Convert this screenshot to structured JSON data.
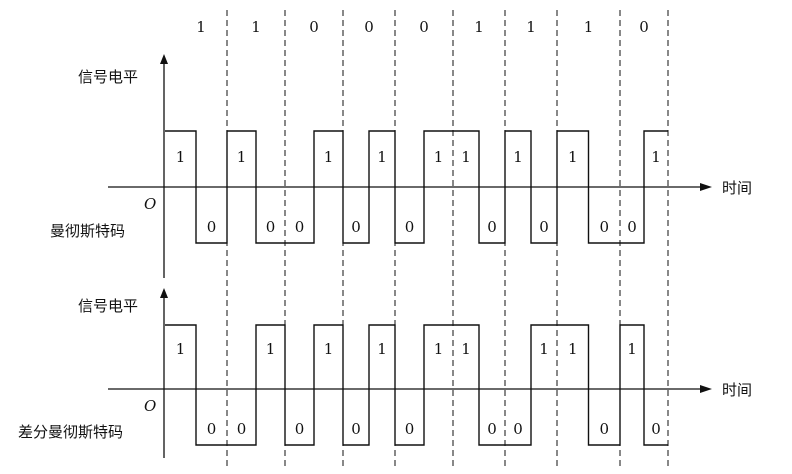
{
  "bits": [
    "1",
    "1",
    "0",
    "0",
    "0",
    "1",
    "1",
    "1",
    "0"
  ],
  "manchester": {
    "ylabel": "信号电平",
    "xlabel": "时间",
    "origin": "O",
    "name": "曼彻斯特码",
    "levels": [
      [
        1,
        0
      ],
      [
        1,
        0
      ],
      [
        0,
        1
      ],
      [
        0,
        1
      ],
      [
        0,
        1
      ],
      [
        1,
        0
      ],
      [
        1,
        0
      ],
      [
        1,
        0
      ],
      [
        0,
        1
      ]
    ],
    "labels": [
      [
        "1",
        "0"
      ],
      [
        "1",
        "0"
      ],
      [
        "0",
        "1"
      ],
      [
        "0",
        "1"
      ],
      [
        "0",
        "1"
      ],
      [
        "1",
        "0"
      ],
      [
        "1",
        "0"
      ],
      [
        "1",
        "0"
      ],
      [
        "0",
        "1"
      ]
    ]
  },
  "differential": {
    "ylabel": "信号电平",
    "xlabel": "时间",
    "origin": "O",
    "name": "差分曼彻斯特码",
    "levels": [
      [
        1,
        0
      ],
      [
        0,
        1
      ],
      [
        0,
        1
      ],
      [
        0,
        1
      ],
      [
        0,
        1
      ],
      [
        1,
        0
      ],
      [
        0,
        1
      ],
      [
        1,
        0
      ],
      [
        1,
        0
      ]
    ],
    "labels": [
      [
        "1",
        "0"
      ],
      [
        "0",
        "1"
      ],
      [
        "0",
        "1"
      ],
      [
        "0",
        "1"
      ],
      [
        "0",
        "1"
      ],
      [
        "1",
        "0"
      ],
      [
        "0",
        "1"
      ],
      [
        "1",
        "0"
      ],
      [
        "1",
        "0"
      ]
    ]
  }
}
